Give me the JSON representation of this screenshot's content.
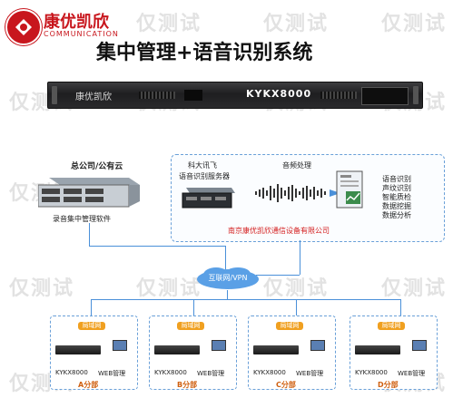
{
  "header": {
    "logo_brand": "康优凯欣",
    "logo_subtitle": "COMMUNICATION",
    "title": "集中管理+语音识别系统"
  },
  "device": {
    "brand": "康优凯欣",
    "model": "KYKX8000"
  },
  "hq": {
    "title": "总公司/公有云",
    "software_label": "录音集中管理软件"
  },
  "cloud": {
    "server_label": "科大讯飞",
    "server_sublabel": "语音识别服务器",
    "process_label": "音频处理",
    "features": [
      "语音识别",
      "声纹识别",
      "智能质检",
      "数据挖掘",
      "数据分析"
    ],
    "company": "南京康优凯欣通信设备有限公司"
  },
  "network": {
    "label": "互联网/VPN"
  },
  "branches": [
    {
      "badge": "局域网",
      "device": "KYKX8000",
      "pc": "WEB管理",
      "name": "A分部"
    },
    {
      "badge": "局域网",
      "device": "KYKX8000",
      "pc": "WEB管理",
      "name": "B分部"
    },
    {
      "badge": "局域网",
      "device": "KYKX8000",
      "pc": "WEB管理",
      "name": "C分部"
    },
    {
      "badge": "局域网",
      "device": "KYKX8000",
      "pc": "WEB管理",
      "name": "D分部"
    }
  ],
  "watermark": "仅测试",
  "colors": {
    "brand_red": "#c8161d",
    "title": "#111111",
    "line_blue": "#4a90d9",
    "company_red": "#d42020",
    "badge_orange": "#f0a020"
  }
}
